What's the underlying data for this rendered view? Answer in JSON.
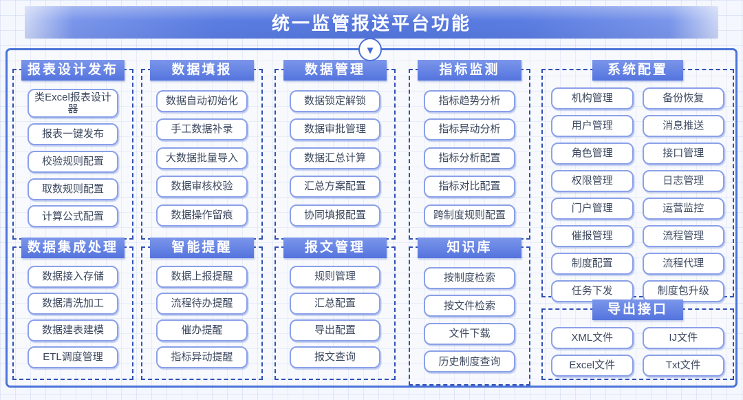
{
  "title": "统一监管报送平台功能",
  "arrow_icon": "▼",
  "colors": {
    "banner_blue": "#5577dd",
    "header_blue": "#5b7be0",
    "container_border": "#4a73d8",
    "dashed_border": "#3050b4",
    "pill_border": "#8aa0e8",
    "pill_text": "#3d4960"
  },
  "groups": [
    {
      "key": "report-design-publish",
      "title": "报表设计发布",
      "cols": 1,
      "items": [
        "类Excel报表设计器",
        "报表一键发布",
        "校验规则配置",
        "取数规则配置",
        "计算公式配置"
      ]
    },
    {
      "key": "data-filling",
      "title": "数据填报",
      "cols": 1,
      "items": [
        "数据自动初始化",
        "手工数据补录",
        "大数据批量导入",
        "数据审核校验",
        "数据操作留痕"
      ]
    },
    {
      "key": "data-management",
      "title": "数据管理",
      "cols": 1,
      "items": [
        "数据锁定解锁",
        "数据审批管理",
        "数据汇总计算",
        "汇总方案配置",
        "协同填报配置"
      ]
    },
    {
      "key": "indicator-monitoring",
      "title": "指标监测",
      "cols": 1,
      "items": [
        "指标趋势分析",
        "指标异动分析",
        "指标分析配置",
        "指标对比配置",
        "跨制度规则配置"
      ]
    },
    {
      "key": "system-config",
      "title": "系统配置",
      "cols": 2,
      "items": [
        "机构管理",
        "备份恢复",
        "用户管理",
        "消息推送",
        "角色管理",
        "接口管理",
        "权限管理",
        "日志管理",
        "门户管理",
        "运营监控",
        "催报管理",
        "流程管理",
        "制度配置",
        "流程代理",
        "任务下发",
        "制度包升级"
      ]
    },
    {
      "key": "data-integration",
      "title": "数据集成处理",
      "cols": 1,
      "items": [
        "数据接入存储",
        "数据清洗加工",
        "数据建表建模",
        "ETL调度管理"
      ]
    },
    {
      "key": "smart-reminder",
      "title": "智能提醒",
      "cols": 1,
      "items": [
        "数据上报提醒",
        "流程待办提醒",
        "催办提醒",
        "指标异动提醒"
      ]
    },
    {
      "key": "message-management",
      "title": "报文管理",
      "cols": 1,
      "items": [
        "规则管理",
        "汇总配置",
        "导出配置",
        "报文查询"
      ]
    },
    {
      "key": "knowledge-base",
      "title": "知识库",
      "cols": 1,
      "items": [
        "按制度检索",
        "按文件检索",
        "文件下载",
        "历史制度查询"
      ]
    },
    {
      "key": "export-interface",
      "title": "导出接口",
      "cols": 2,
      "items": [
        "XML文件",
        "IJ文件",
        "Excel文件",
        "Txt文件"
      ]
    }
  ]
}
